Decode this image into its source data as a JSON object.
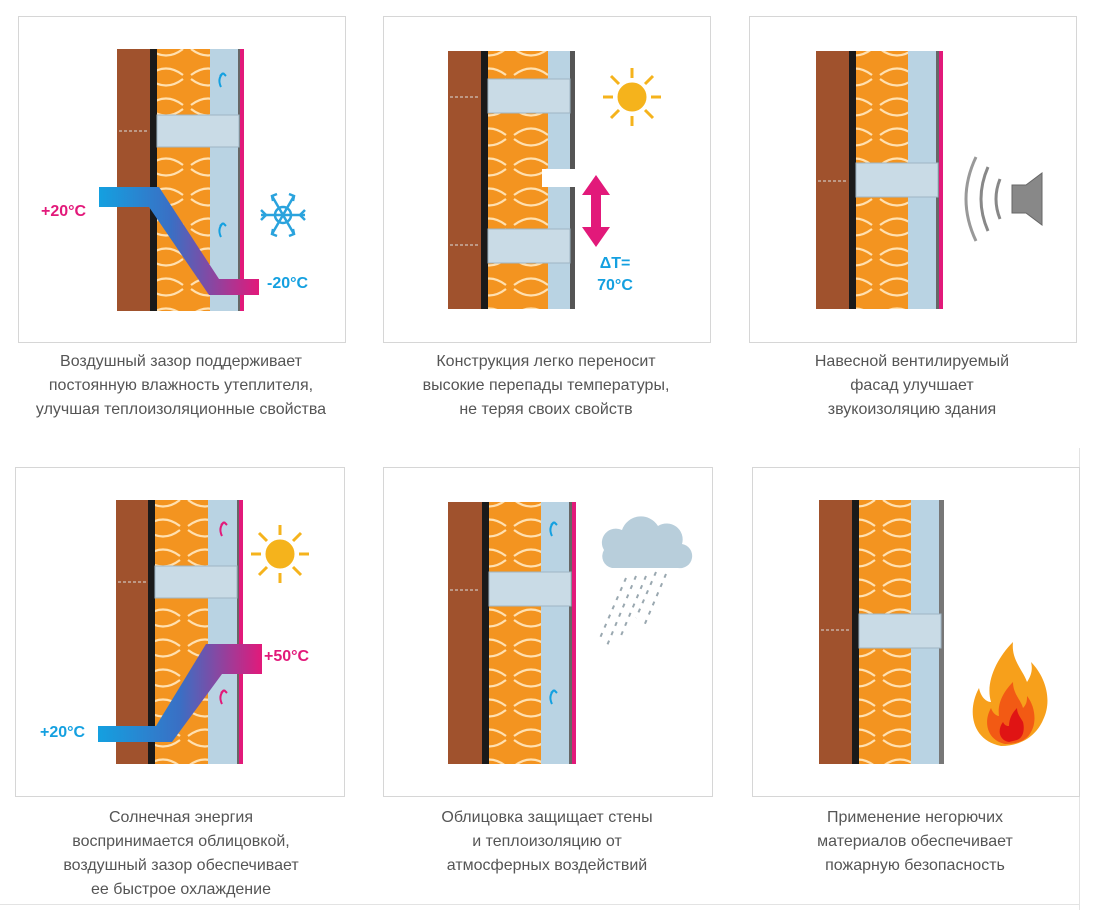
{
  "cards": [
    {
      "caption": [
        "Воздушный зазор поддерживает",
        "постоянную влажность утеплителя,",
        "улучшая теплоизоляционные свойства"
      ],
      "labels": {
        "warm": "+20°C",
        "cold": "-20°C"
      },
      "icon": "snowflake-icon"
    },
    {
      "caption": [
        "Конструкция легко переносит",
        "высокие перепады температуры,",
        "не теряя своих свойств"
      ],
      "labels": {
        "delta_line1": "ΔT=",
        "delta_line2": "70°C"
      },
      "icon": "sun-icon"
    },
    {
      "caption": [
        "Навесной вентилируемый",
        "фасад улучшает",
        "звукоизоляцию здания"
      ],
      "labels": {},
      "icon": "speaker-icon"
    },
    {
      "caption": [
        "Солнечная энергия",
        "воспринимается облицовкой,",
        "воздушный зазор обеспечивает",
        "ее быстрое охлаждение"
      ],
      "labels": {
        "cool": "+20°C",
        "hot": "+50°C"
      },
      "icon": "sun-icon"
    },
    {
      "caption": [
        "Облицовка защищает стены",
        "и теплоизоляцию от",
        "атмосферных воздействий"
      ],
      "labels": {},
      "icon": "rain-cloud-icon"
    },
    {
      "caption": [
        "Применение негорючих",
        "материалов обеспечивает",
        "пожарную безопасность"
      ],
      "labels": {},
      "icon": "fire-icon"
    }
  ],
  "colors": {
    "brick": "#a0522d",
    "insulation": "#f39420",
    "air_gap": "#b9d3e3",
    "cladding": "#e2197a",
    "cold": "#14a0e0",
    "warm": "#e2197a",
    "sun": "#f5b31c",
    "caption_text": "#555555"
  }
}
